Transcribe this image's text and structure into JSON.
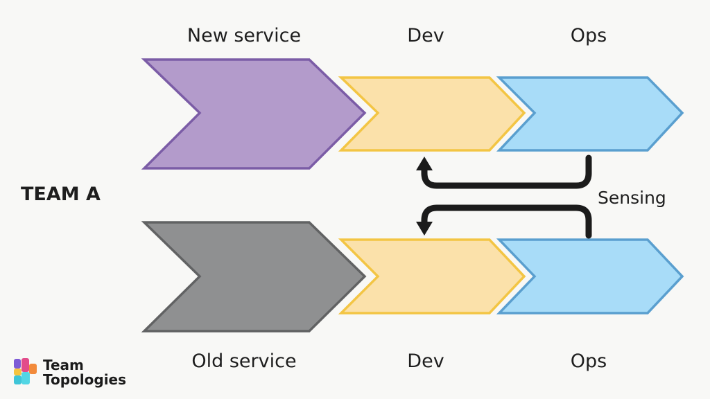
{
  "labels": {
    "new_service": "New service",
    "dev_top": "Dev",
    "ops_top": "Ops",
    "team": "TEAM A",
    "sensing": "Sensing",
    "old_service": "Old service",
    "dev_bottom": "Dev",
    "ops_bottom": "Ops"
  },
  "logo": {
    "line1": "Team",
    "line2": "Topologies"
  },
  "colors": {
    "new_service_fill": "#b39bcb",
    "new_service_stroke": "#7b5ca6",
    "old_service_fill": "#8f9091",
    "old_service_stroke": "#616263",
    "dev_fill": "#fbe1aa",
    "dev_stroke": "#f3c544",
    "ops_fill": "#a8dcf8",
    "ops_stroke": "#5a9fcf",
    "arrow": "#1b1b1b"
  }
}
